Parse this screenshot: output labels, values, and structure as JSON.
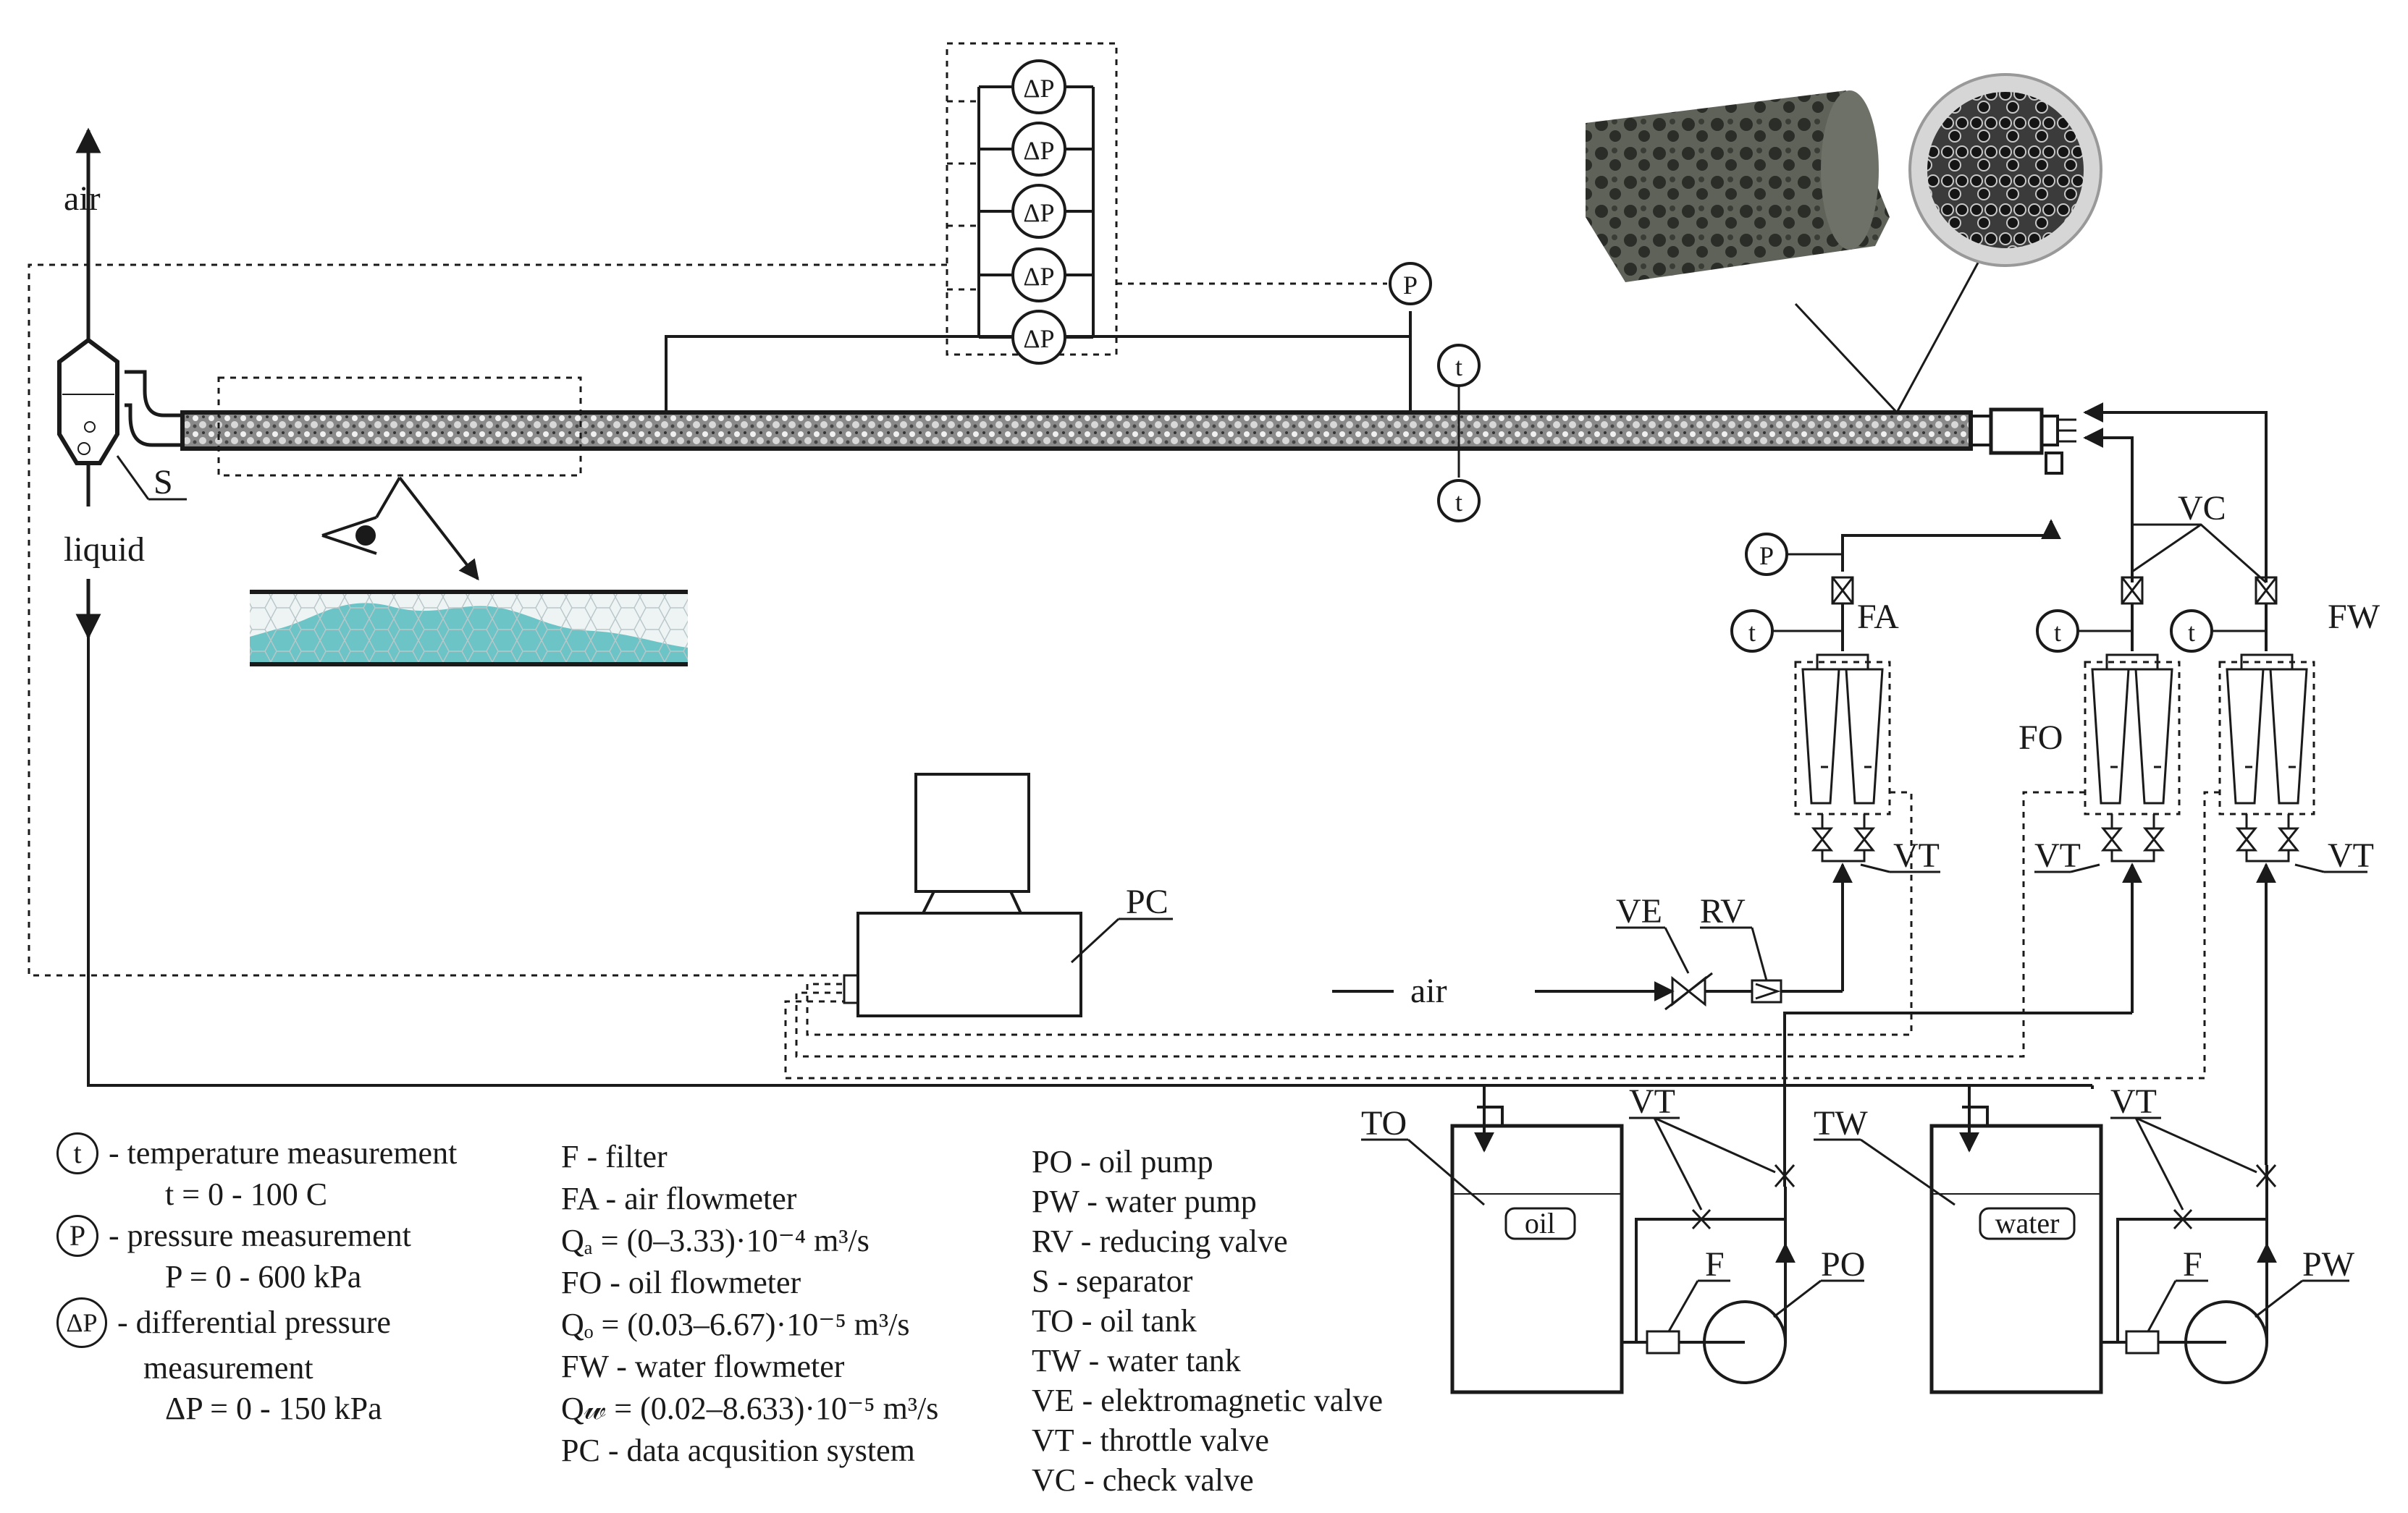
{
  "symbols": {
    "t": "t",
    "p": "P",
    "dp": "ΔP"
  },
  "stream_labels": {
    "air_out": "air",
    "liquid_out": "liquid",
    "air_in": "air"
  },
  "component_labels": {
    "S": "S",
    "PC": "PC",
    "VE": "VE",
    "RV": "RV",
    "FA": "FA",
    "FO": "FO",
    "FW": "FW",
    "VC": "VC",
    "VT": "VT",
    "TO": "TO",
    "TW": "TW",
    "PO": "PO",
    "PW": "PW",
    "F": "F",
    "oil": "oil",
    "water": "water"
  },
  "legend_left": [
    {
      "symbol": "t",
      "text": "- temperature measurement"
    },
    {
      "text": "t = 0 - 100 C"
    },
    {
      "symbol": "P",
      "text": "- pressure measurement"
    },
    {
      "text": "P = 0 - 600 kPa"
    },
    {
      "symbol": "ΔP",
      "text": "- differential pressure"
    },
    {
      "text": "measurement"
    },
    {
      "text": "ΔP = 0 - 150 kPa"
    }
  ],
  "legend_middle": [
    "F  - filter",
    "FA - air flowmeter",
    "Qₐ = (0–3.33)·10⁻⁴ m³/s",
    "FO - oil flowmeter",
    "Qₒ = (0.03–6.67)·10⁻⁵ m³/s",
    "FW - water flowmeter",
    "Q𝓌 = (0.02–8.633)·10⁻⁵ m³/s",
    "PC - data acqusition system"
  ],
  "legend_right": [
    "PO - oil pump",
    "PW - water pump",
    "RV - reducing valve",
    "S - separator",
    "TO - oil tank",
    "TW - water  tank",
    "VE - elektromagnetic valve",
    "VT - throttle valve",
    "VC - check valve"
  ],
  "colors": {
    "line": "#1a1a1a",
    "flow_liquid": "#6cc4c6",
    "flow_gas": "#e8eef0",
    "foam": "#6b6e66"
  }
}
